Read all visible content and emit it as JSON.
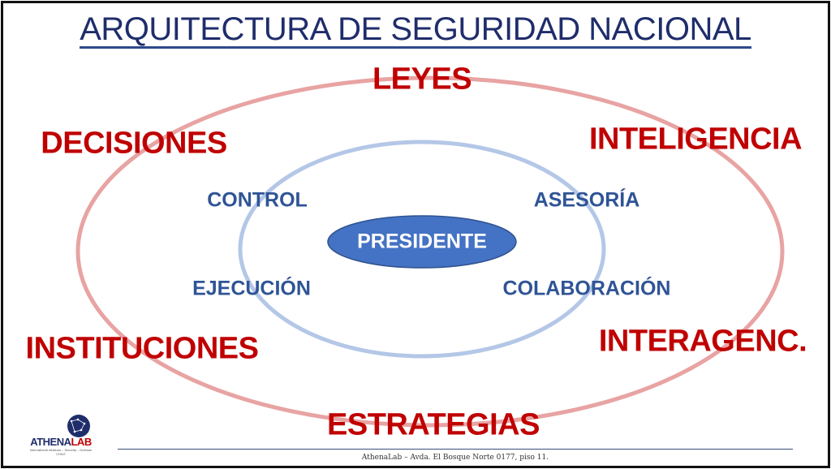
{
  "title": "ARQUITECTURA DE SEGURIDAD NACIONAL",
  "outer_ring": {
    "color": "#c00000",
    "items": [
      "LEYES",
      "INTELIGENCIA",
      "INTERAGENC.",
      "ESTRATEGIAS",
      "INSTITUCIONES",
      "DECISIONES"
    ]
  },
  "inner_ring": {
    "color": "#2f5496",
    "items": [
      "CONTROL",
      "ASESORÍA",
      "COLABORACIÓN",
      "EJECUCIÓN"
    ]
  },
  "center": {
    "label": "PRESIDENTE",
    "color": "#4472c4"
  },
  "logo": {
    "name_a": "ATHENA",
    "name_b": "LAB",
    "tagline": "International relations – Security – Defense",
    "country": "CHILE"
  },
  "footer": "AthenaLab – Avda. El Bosque Norte 0177, piso 11."
}
